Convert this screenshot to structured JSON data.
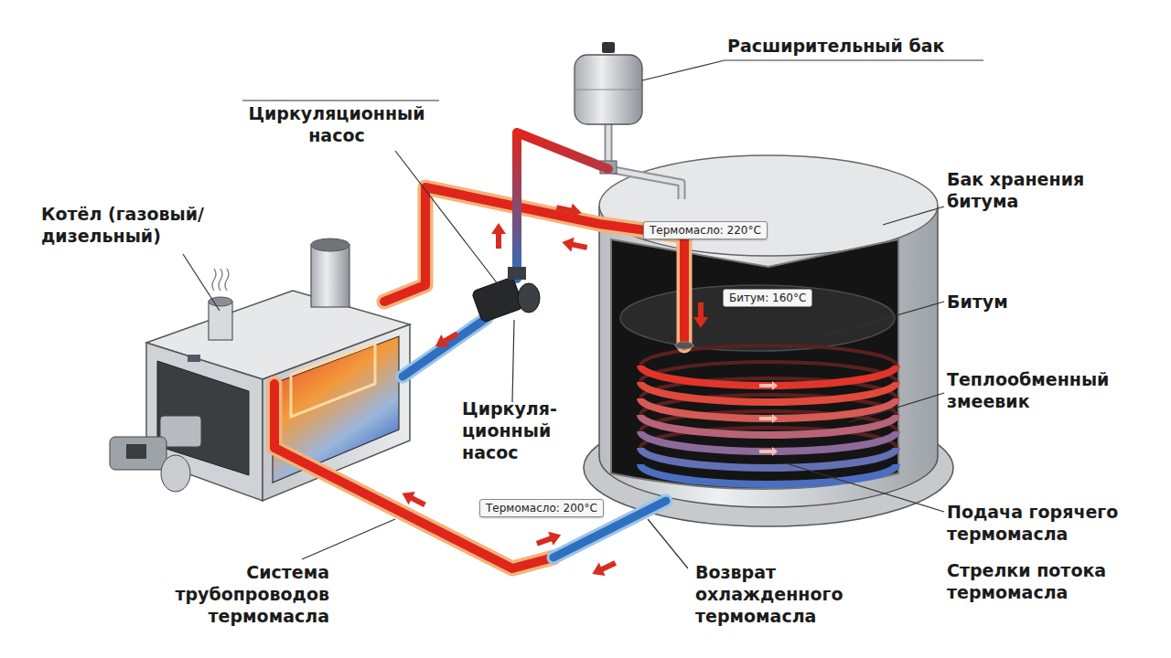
{
  "diagram": {
    "nodes": [
      {
        "text": [
          "Термомасло: 220°C"
        ]
      },
      {
        "text": [
          "Битум: 160°C"
        ]
      },
      {
        "text": [
          "Термомасло: 200°C"
        ]
      }
    ],
    "labels": [
      "Расширительный бак",
      "Циркуляционный насос",
      "Котёл (газовый/дизельный)",
      "Бак хранения битума",
      "Битум",
      "Теплообменный змеевик",
      "Циркуля- ционный насос",
      "Подача горячего термомасла",
      "Стрелки потока термомасла",
      "Система трубопроводов термомасла",
      "Возврат охлажденного термомасла"
    ]
  }
}
